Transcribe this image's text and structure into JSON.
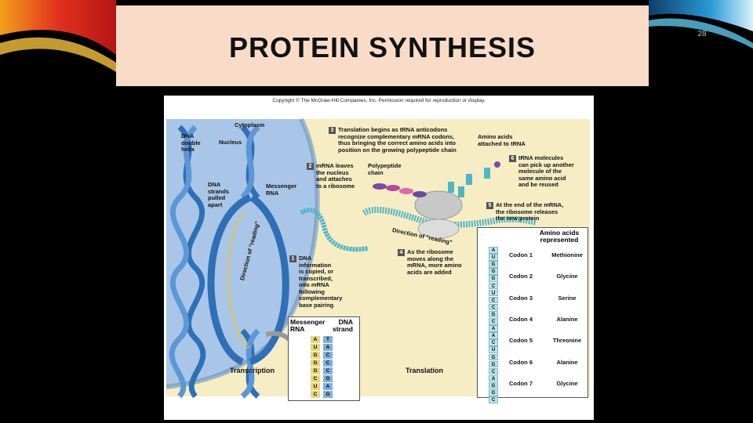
{
  "slide": {
    "title": "PROTEIN SYNTHESIS",
    "number": "28"
  },
  "figure": {
    "copyright": "Copyright © The McGraw-Hill Companies, Inc. Permission required for reproduction or display.",
    "labels": {
      "cytoplasm": "Cytoplasm",
      "dna_double_helix": [
        "DNA",
        "double",
        "helix"
      ],
      "nucleus": "Nucleus",
      "dna_strands_pulled_apart": [
        "DNA",
        "strands",
        "pulled",
        "apart"
      ],
      "messenger_rna": [
        "Messenger",
        "RNA"
      ],
      "direction_reading_left": "Direction of \"reading\"",
      "direction_reading_right": "Direction of \"reading\"",
      "polypeptide_chain": [
        "Polypeptide",
        "chain"
      ],
      "amino_acids_attached": [
        "Amino acids",
        "attached to tRNA"
      ],
      "transcription": "Transcription",
      "translation": "Translation"
    },
    "steps": [
      {
        "num": "1",
        "text": [
          "DNA",
          "information",
          "is copied, or",
          "transcribed,",
          "into mRNA",
          "following",
          "complementary",
          "base pairing"
        ]
      },
      {
        "num": "2",
        "text": [
          "mRNA leaves",
          "the nucleus",
          "and attaches",
          "to a ribosome"
        ]
      },
      {
        "num": "3",
        "text": [
          "Translation begins as tRNA anticodons",
          "recognize complementary mRNA codons,",
          "thus bringing the correct amino acids into",
          "position on the growing polypeptide chain"
        ]
      },
      {
        "num": "4",
        "text": [
          "As the ribosome",
          "moves along the",
          "mRNA, more amino",
          "acids are added"
        ]
      },
      {
        "num": "5",
        "text": [
          "At the end of the mRNA,",
          "the ribosome releases",
          "the new protein"
        ]
      },
      {
        "num": "6",
        "text": [
          "tRNA molecules",
          "can pick up another",
          "molecule of the",
          "same amino acid",
          "and be reused"
        ]
      }
    ],
    "inset": {
      "header_left": [
        "Messenger",
        "RNA"
      ],
      "header_right": [
        "DNA",
        "strand"
      ],
      "pairs": [
        {
          "rna": "A",
          "dna": "T"
        },
        {
          "rna": "U",
          "dna": "A"
        },
        {
          "rna": "G",
          "dna": "C"
        },
        {
          "rna": "G",
          "dna": "C"
        },
        {
          "rna": "G",
          "dna": "C"
        },
        {
          "rna": "C",
          "dna": "G"
        },
        {
          "rna": "U",
          "dna": "A"
        },
        {
          "rna": "C",
          "dna": "G"
        }
      ]
    },
    "amino_table": {
      "header": [
        "Amino acids",
        "represented"
      ],
      "bases": [
        "A",
        "U",
        "G",
        "G",
        "G",
        "C",
        "U",
        "C",
        "C",
        "G",
        "C",
        "A",
        "A",
        "C",
        "U",
        "G",
        "G",
        "C",
        "A",
        "G",
        "G",
        "C"
      ],
      "codons": [
        {
          "codon": "Codon 1",
          "amino": "Methionine"
        },
        {
          "codon": "Codon 2",
          "amino": "Glycine"
        },
        {
          "codon": "Codon 3",
          "amino": "Serine"
        },
        {
          "codon": "Codon 4",
          "amino": "Alanine"
        },
        {
          "codon": "Codon 5",
          "amino": "Threonine"
        },
        {
          "codon": "Codon 6",
          "amino": "Alanine"
        },
        {
          "codon": "Codon 7",
          "amino": "Glycine"
        }
      ]
    },
    "colors": {
      "cytoplasm": "#f6edc4",
      "nucleus": "#a9c6e8",
      "dna_blue": "#2f6fb6",
      "slide_bg": "#000000",
      "title_bg": "#f9dcc7"
    }
  }
}
